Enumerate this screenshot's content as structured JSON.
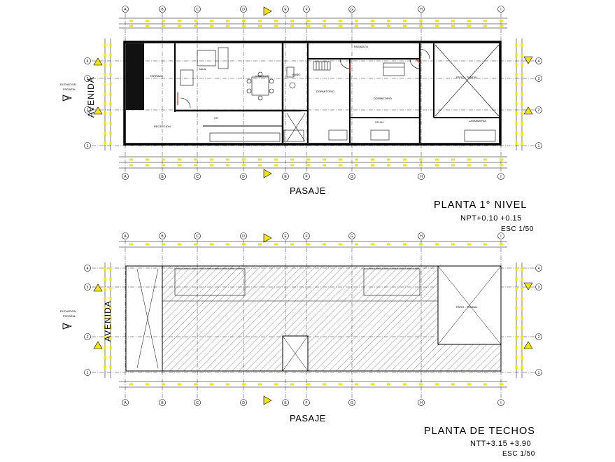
{
  "grid": {
    "columns": [
      "A",
      "B",
      "C",
      "D",
      "E",
      "F",
      "G",
      "H",
      "I"
    ],
    "rows": [
      "4",
      "3",
      "2",
      "1"
    ]
  },
  "colors": {
    "wall": "#000000",
    "dimension_dots": "#f2e600",
    "door_accent": "#e0302a",
    "hatch": "#444444",
    "text": "#000000"
  },
  "plan_1": {
    "title": "PLANTA  1° NIVEL",
    "levels": "NPT+0.10  +0.15",
    "scale": "ESC  1/50",
    "street_front": "AVENIDA",
    "street_side": "PASAJE",
    "elevation_label_1": "ELEVACION",
    "elevation_label_2": "FRONTAL",
    "rooms": {
      "terraza": "TERRAZA",
      "sala": "SALA",
      "comedor": "COMEDOR",
      "bano": "BAÑO",
      "dormitorio_1": "DORMITORIO",
      "dormitorio_2": "DORMITORIO",
      "pasadizo": "PASADIZO",
      "patio": "PATIO - TENDAL",
      "recepcion": "RECEPCION",
      "cocina": "KIT",
      "lavanderia": "LAVANDERIA",
      "ssh": "SS.HH"
    }
  },
  "plan_2": {
    "title": "PLANTA  DE  TECHOS",
    "levels": "NTT+3.15  +3.90",
    "scale": "ESC  1/50",
    "street_front": "AVENIDA",
    "street_side": "PASAJE",
    "elevation_label_1": "ELEVACION",
    "elevation_label_2": "FRONTAL",
    "patio": "PATIO - TENDAL"
  }
}
